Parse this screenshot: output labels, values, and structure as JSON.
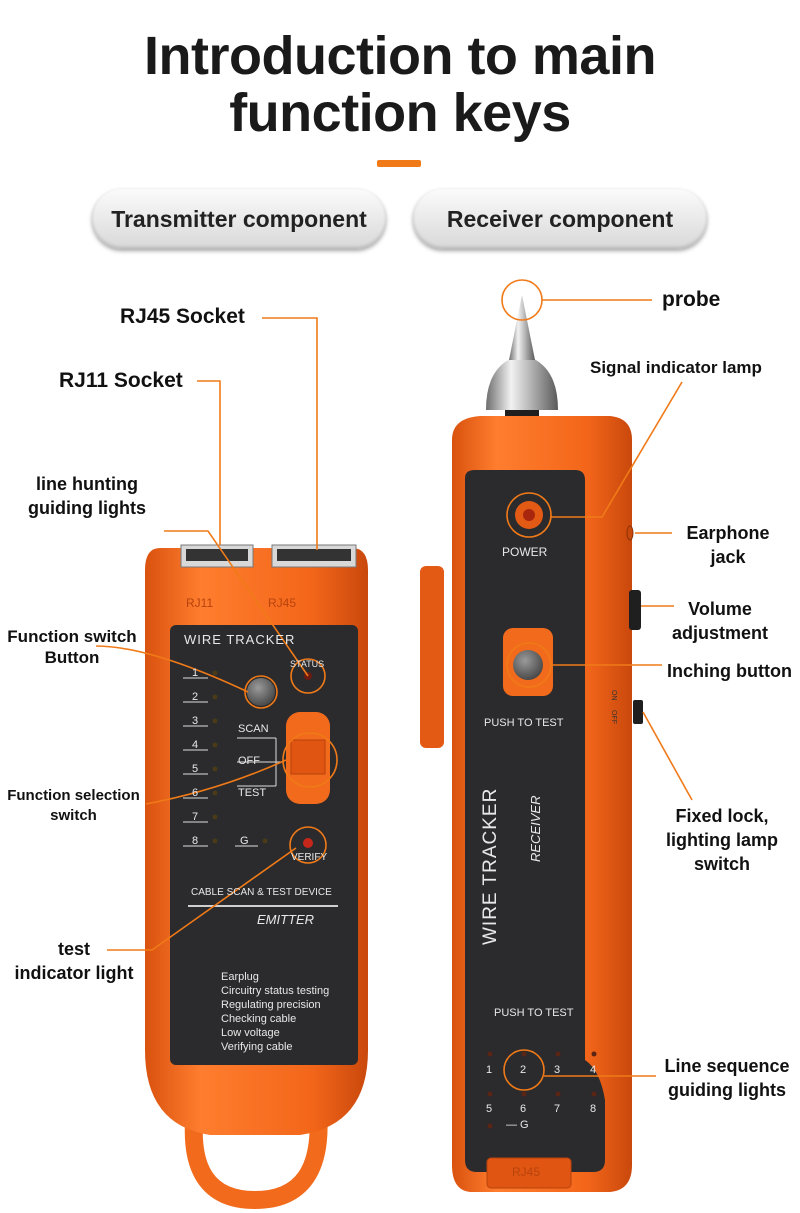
{
  "title_line1": "Introduction to main",
  "title_line2": "function keys",
  "tabs": {
    "transmitter": "Transmitter component",
    "receiver": "Receiver component"
  },
  "colors": {
    "accent": "#f07a18",
    "device_orange": "#f26a1b",
    "panel": "#2b2b2d"
  },
  "transmitter": {
    "labels": {
      "rj45": "RJ45 Socket",
      "rj11": "RJ11 Socket",
      "hunting_1": "line hunting",
      "hunting_2": "guiding lights",
      "func_switch_1": "Function switch",
      "func_switch_2": "Button",
      "func_select_1": "Function selection",
      "func_select_2": "switch",
      "test_1": "test",
      "test_2": "indicator light"
    },
    "device": {
      "top_left": "RJ11",
      "top_right": "RJ45",
      "brand": "WIRE TRACKER",
      "status": "STATUS",
      "scan": "SCAN",
      "off": "OFF",
      "test": "TEST",
      "verify": "VERIFY",
      "g": "G",
      "lines": [
        "1",
        "2",
        "3",
        "4",
        "5",
        "6",
        "7",
        "8"
      ],
      "caption": "CABLE SCAN & TEST DEVICE",
      "model": "EMITTER",
      "features": [
        "Earplug",
        "Circuitry status testing",
        "Regulating precision",
        "Checking cable",
        "Low voltage",
        "Verifying cable"
      ]
    }
  },
  "receiver": {
    "labels": {
      "probe": "probe",
      "signal": "Signal indicator lamp",
      "earphone_1": "Earphone",
      "earphone_2": "jack",
      "volume_1": "Volume",
      "volume_2": "adjustment",
      "inching": "Inching button",
      "lock_1": "Fixed lock,",
      "lock_2": "lighting lamp",
      "lock_3": "switch",
      "sequence_1": "Line sequence",
      "sequence_2": "guiding lights"
    },
    "device": {
      "power": "POWER",
      "push1": "PUSH TO TEST",
      "brand": "WIRE TRACKER",
      "model": "RECEIVER",
      "push2": "PUSH TO TEST",
      "nums_top": [
        "1",
        "2",
        "3",
        "4"
      ],
      "nums_bottom": [
        "5",
        "6",
        "7",
        "8"
      ],
      "g": "— G",
      "bottom": "RJ45",
      "switch_on": "ON",
      "switch_off": "OFF"
    }
  }
}
